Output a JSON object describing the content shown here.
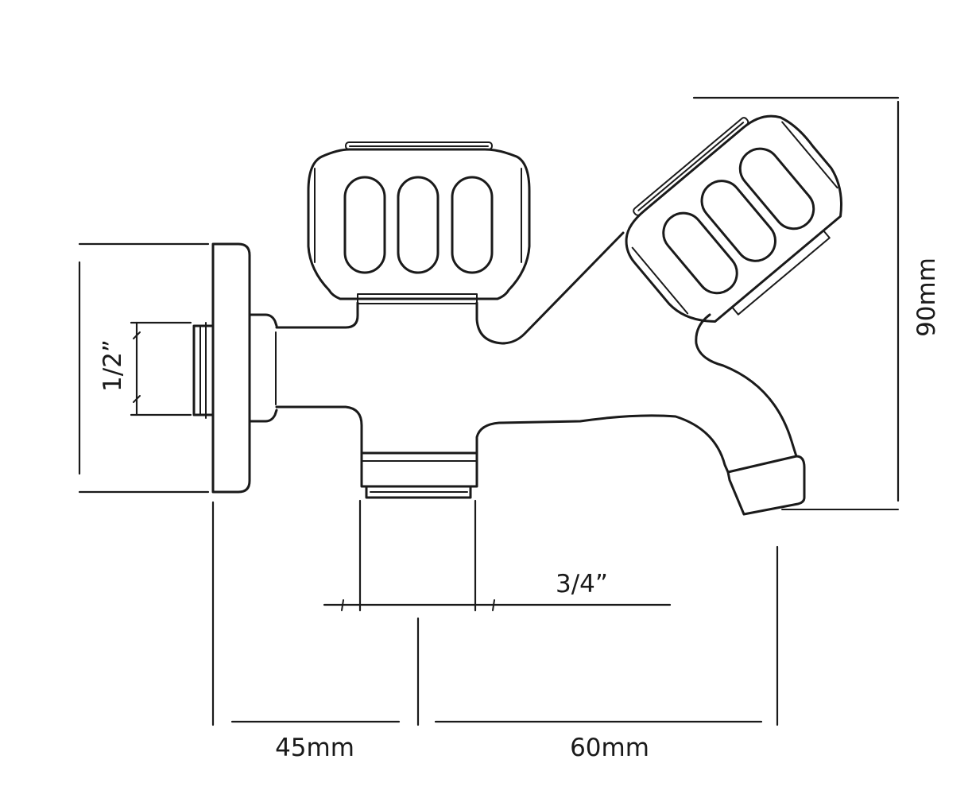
{
  "dimensions": {
    "thread_inlet": "1/2”",
    "thread_outlet": "3/4”",
    "height": "90mm",
    "depth_wall_to_axis": "45mm",
    "depth_axis_to_spout": "60mm"
  },
  "colors": {
    "line": "#1a1a1a",
    "background": "#ffffff"
  }
}
